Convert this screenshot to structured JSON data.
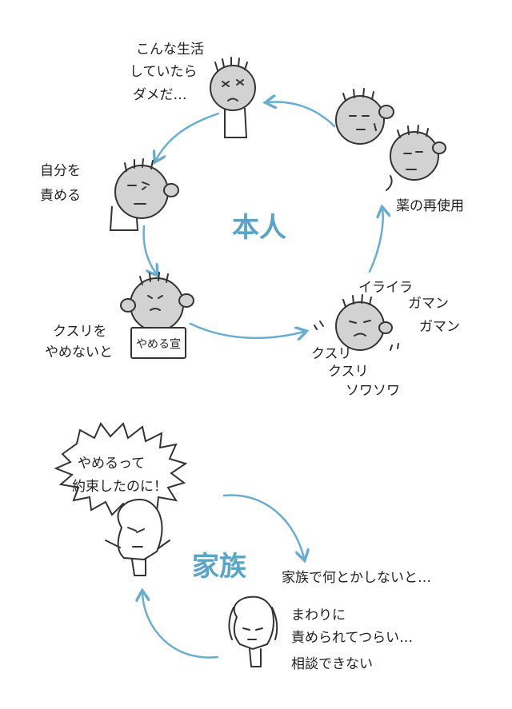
{
  "section_self": {
    "title": "本人",
    "labels": {
      "regret": [
        "こんな生活",
        "していたら",
        "ダメだ…"
      ],
      "blame": [
        "自分を",
        "責める"
      ],
      "decide": [
        "クスリを",
        "やめないと"
      ],
      "sign": "やめる宣",
      "irritation": "イライラ",
      "endure1": "ガマン",
      "endure2": "ガマン",
      "drug1": "クスリ",
      "drug2": "クスリ",
      "restless": "ソワソワ",
      "relapse": "薬の再使用"
    }
  },
  "section_family": {
    "title": "家族",
    "labels": {
      "promise": [
        "やめるって",
        "約束したのに！"
      ],
      "must_do": "家族で何とかしないと…",
      "shame": [
        "まわりに",
        "責められてつらい…",
        "相談できない"
      ]
    }
  },
  "colors": {
    "arrow": "#6aaecf",
    "title": "#5aa4c8",
    "face_fill": "#d2d2d2"
  }
}
